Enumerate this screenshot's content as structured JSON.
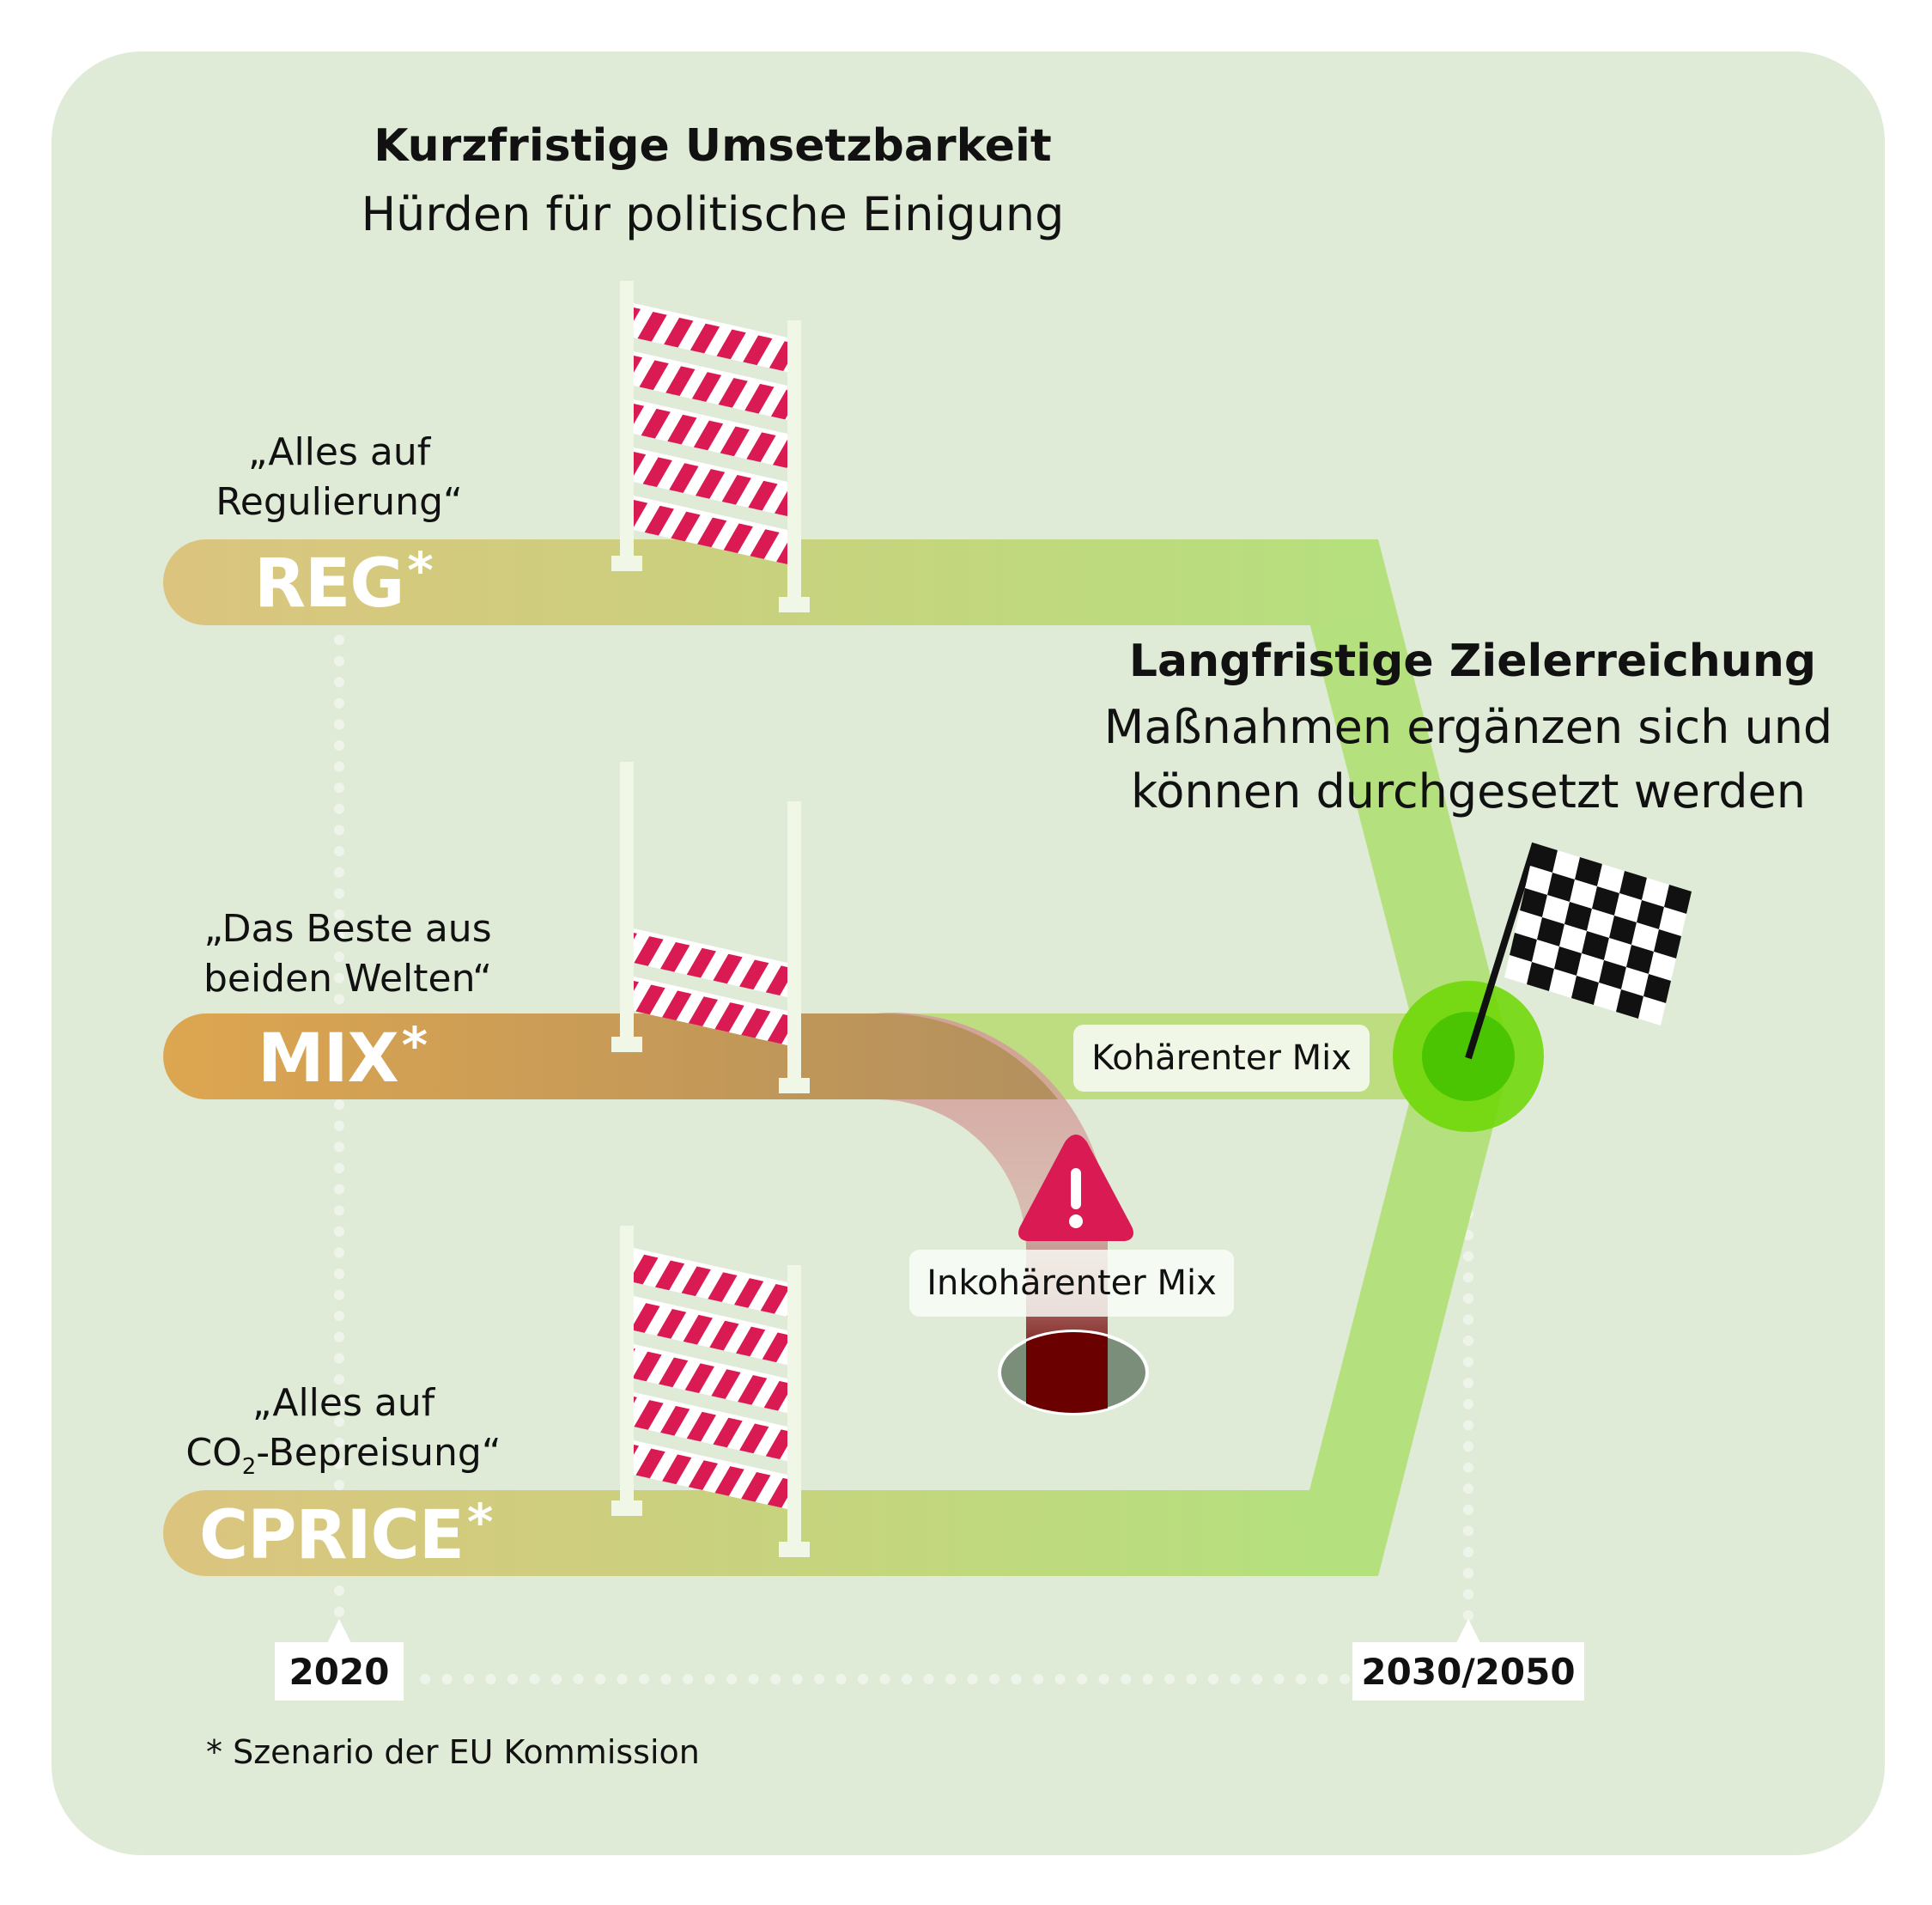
{
  "header": {
    "short_term_title": "Kurzfristige Umsetzbarkeit",
    "short_term_subtitle": "Hürden für politische Einigung",
    "long_term_title": "Langfristige Zielerreichung",
    "long_term_subtitle_line1": "Maßnahmen ergänzen sich und",
    "long_term_subtitle_line2": "können durchgesetzt werden"
  },
  "scenarios": [
    {
      "code": "REG",
      "asterisk": "*",
      "quote_line1": "„Alles auf",
      "quote_line2": "Regulierung“",
      "hurdle_bars": 5,
      "color_start": "#DCC47E",
      "color_end": "#B5E07E"
    },
    {
      "code": "MIX",
      "asterisk": "*",
      "quote_line1": "„Das Beste aus",
      "quote_line2": "beiden Welten“",
      "hurdle_bars": 2,
      "color_start": "#DDA650",
      "color_end": "#B5915E"
    },
    {
      "code": "CPRICE",
      "asterisk": "*",
      "quote_line1": "„Alles auf",
      "quote_line2_pre": "CO",
      "quote_line2_sub": "2",
      "quote_line2_post": "-Bepreisung“",
      "hurdle_bars": 5,
      "color_start": "#DCC47E",
      "color_end": "#B5E07E"
    }
  ],
  "paths": {
    "coherent_label": "Kohärenter Mix",
    "incoherent_label": "Inkohärenter Mix"
  },
  "icons": {
    "warning": "warning-triangle-icon",
    "finish_flag": "checkered-flag-icon",
    "pit": "pit-hole-icon"
  },
  "timeline": {
    "start": "2020",
    "end": "2030/2050"
  },
  "footnote": "* Szenario der EU Kommission",
  "colors": {
    "background_card": "#DFEBD6",
    "path_green": "#B5E07E",
    "target_green": "#6BD700",
    "target_inner": "#46C200",
    "hurdle_red": "#D91A53",
    "warning_red": "#D91A53",
    "incoherent_path": "#D49E9A",
    "pit_fill": "#7A8E7A",
    "pit_core": "#6A0000"
  }
}
